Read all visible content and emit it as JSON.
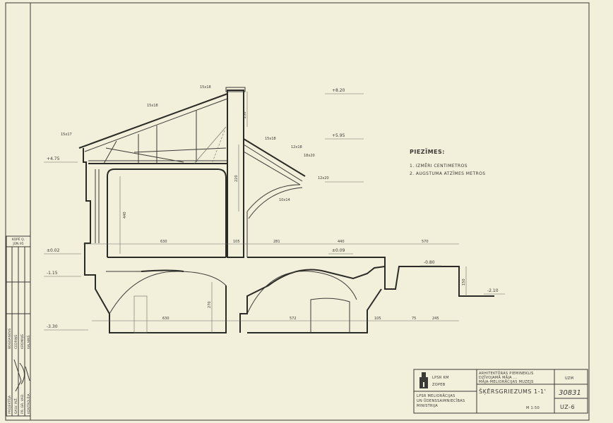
{
  "notes": {
    "heading": "PIEZĪMES:",
    "items": [
      "1. IZMĒRI CENTIMETROS",
      "2. AUGSTUMA ATZĪMES METROS"
    ]
  },
  "levels": {
    "l820": "+8.20",
    "l595": "+5.95",
    "l475": "+4.75",
    "l002": "±0.02",
    "l115": "-1.15",
    "l330": "-3.30",
    "l009": "±0.09",
    "l080": "-0.80",
    "l210": "-2.10"
  },
  "members": {
    "m1": "15x18",
    "m2": "15x18",
    "m3": "15x17",
    "m4": "15x18",
    "m5": "12x18",
    "m6": "18x20",
    "m7": "12x20",
    "m8": "10x14"
  },
  "dimensions": {
    "d630a": "630",
    "d105": "105",
    "d281": "281",
    "d440a": "440",
    "d570": "570",
    "d630b": "630",
    "d572": "572",
    "d245": "245",
    "d440v": "440",
    "d220v": "220",
    "d230v": "230",
    "d270v": "270",
    "d150v": "150",
    "d75": "75",
    "d105b": "105"
  },
  "title_block": {
    "org1": "LPSR KM",
    "org2": "ZOPEB",
    "ministry": [
      "LPSR MELIORĀCIJAS",
      "UN ŪDENSSAIMNIECĪBAS",
      "MINISTRIJA"
    ],
    "project": [
      "ARHITEKTŪRAS PIEMINEKLIS",
      "DZĪVOJAMĀ MĀJA ...",
      "MĀJA-MELIORĀCIJAS MUZEJS"
    ],
    "sheet_title": "ŠĶĒRSGRIEZUMS 1-1'",
    "scale": "M 1:50",
    "code": "UZM",
    "number": "30831",
    "sheet": "UZ-6"
  },
  "side_stamp": {
    "top": [
      "KOPĒ Q.",
      "JŪN.95"
    ],
    "roles": [
      "PROJEKTĒJA",
      "GALV. INŽ.",
      "PR. GR. VAD.",
      "KONTROLĒJA"
    ],
    "names": [
      "BOGDANOVS",
      "CEDRIŅŠ",
      "KRŪMIŅŠ",
      "KALNIŅŠ"
    ]
  }
}
